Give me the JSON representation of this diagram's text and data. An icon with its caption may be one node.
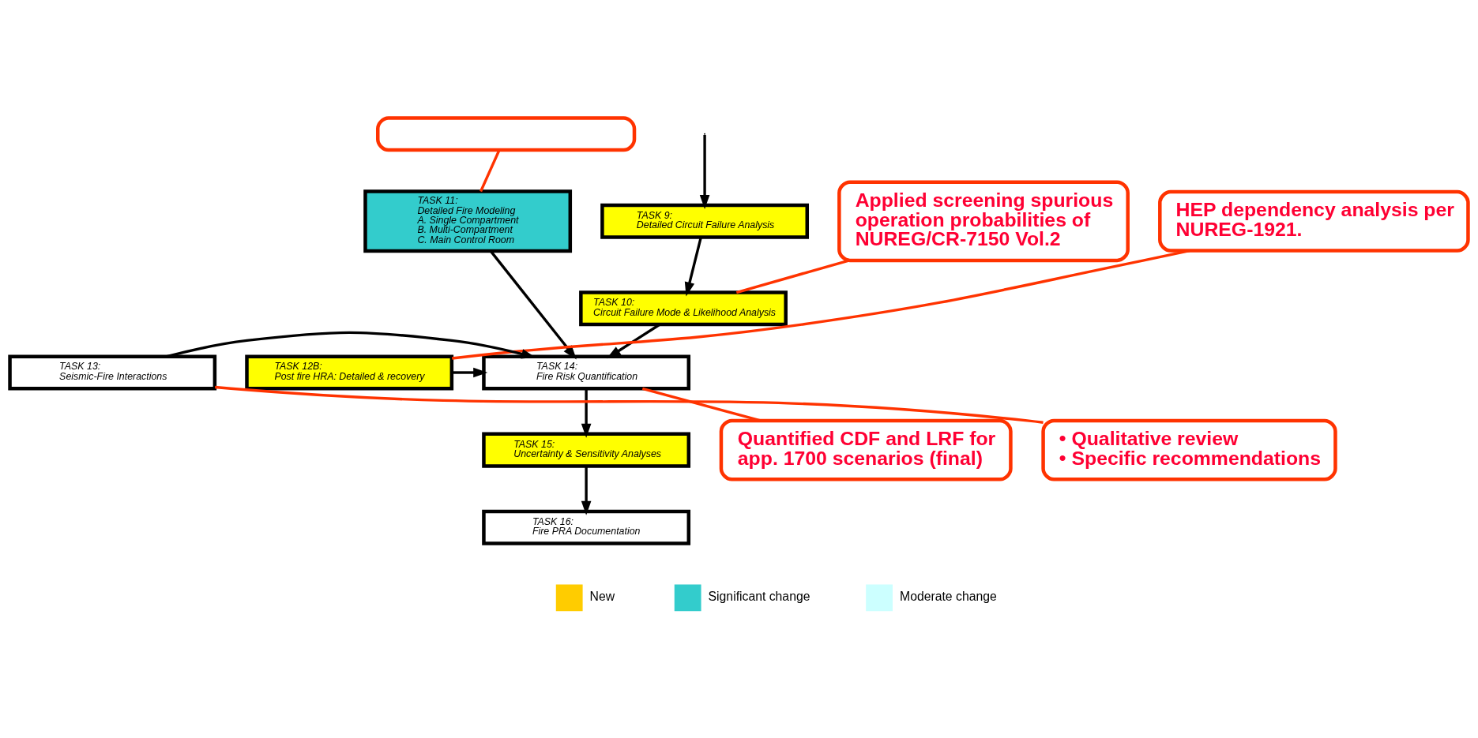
{
  "diagram": {
    "nodes": [
      {
        "text": [],
        "shape": "box"
      },
      {
        "text": [
          "TASK 9:",
          "Detailed Circuit Failure Analysis"
        ]
      },
      {
        "text": [
          "TASK 11:",
          "Detailed Fire Modeling",
          "A. Single Compartment",
          "B. Multi-Compartment",
          "C. Main Control Room"
        ]
      },
      {
        "text": [
          "TASK 10:",
          "Circuit Failure Mode & Likelihood Analysis"
        ]
      },
      {
        "text": [
          "Applied screening spurious operation probabilities of NUREG/CR-7150 Vol.2"
        ]
      },
      {
        "text": [
          "HEP dependency analysis per NUREG-1921."
        ]
      },
      {
        "text": [
          "TASK 13:",
          "Seismic-Fire Interactions"
        ]
      },
      {
        "text": [
          "TASK 14:",
          "Fire Risk Quantification"
        ]
      },
      {
        "text": [
          "TASK 12B:",
          "Post fire HRA: Detailed & recovery"
        ]
      },
      {
        "text": [
          "• Qualitative review",
          "• Specific recommendations"
        ]
      },
      {
        "text": [
          "Quantified CDF and LRF for app. 1700 scenarios (final)"
        ]
      },
      {
        "text": [
          "TASK 15:",
          "Uncertainty & Sensitivity Analyses"
        ]
      },
      {
        "text": [
          "TASK 16:",
          "Fire PRA Documentation"
        ]
      }
    ],
    "edges": [
      {
        "from": null,
        "to": 1,
        "arrow": "to"
      },
      {
        "from": 1,
        "to": 3,
        "arrow": "to"
      },
      {
        "from": 3,
        "to": 7,
        "arrow": "to"
      },
      {
        "from": 2,
        "to": 7,
        "arrow": "to"
      },
      {
        "from": 6,
        "to": 7,
        "arrow": "to"
      },
      {
        "from": 8,
        "to": 7,
        "arrow": "to"
      },
      {
        "from": 7,
        "to": 11,
        "arrow": "to"
      },
      {
        "from": 11,
        "to": 12,
        "arrow": "to"
      },
      {
        "from": 0,
        "to": 2,
        "arrow": "none",
        "color": "#ff3300"
      },
      {
        "from": 4,
        "to": 3,
        "arrow": "none",
        "color": "#ff3300"
      },
      {
        "from": 5,
        "to": 8,
        "arrow": "none",
        "color": "#ff3300"
      },
      {
        "from": 9,
        "to": 6,
        "arrow": "none",
        "color": "#ff3300"
      },
      {
        "from": 10,
        "to": 7,
        "arrow": "none",
        "color": "#ff3300"
      }
    ],
    "legend": [
      {
        "text": "New",
        "color": "#ffcc00"
      },
      {
        "text": "Significant change",
        "color": "#33cccc"
      },
      {
        "text": "Moderate change",
        "color": "#ccffff"
      }
    ]
  }
}
